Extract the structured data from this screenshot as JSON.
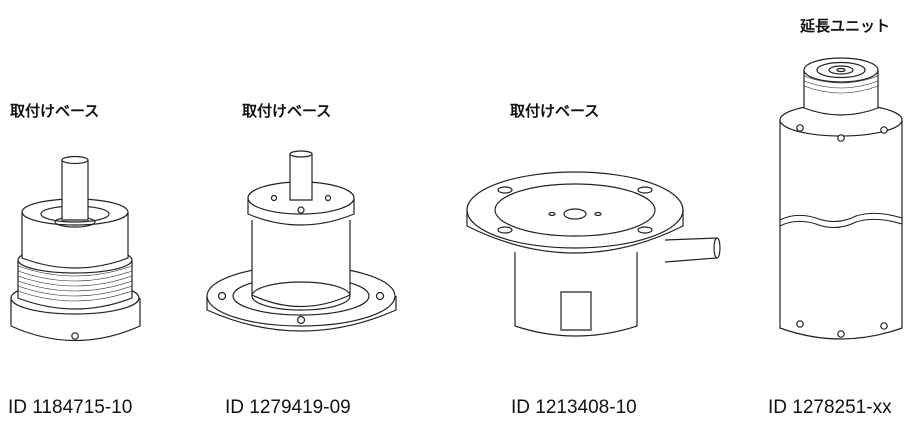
{
  "products": [
    {
      "label": "取付けベース",
      "id": "ID 1184715-10"
    },
    {
      "label": "取付けベース",
      "id": "ID 1279419-09"
    },
    {
      "label": "取付けベース",
      "id": "ID 1213408-10"
    },
    {
      "label": "延長ユニット",
      "id": "ID 1278251-xx"
    }
  ]
}
